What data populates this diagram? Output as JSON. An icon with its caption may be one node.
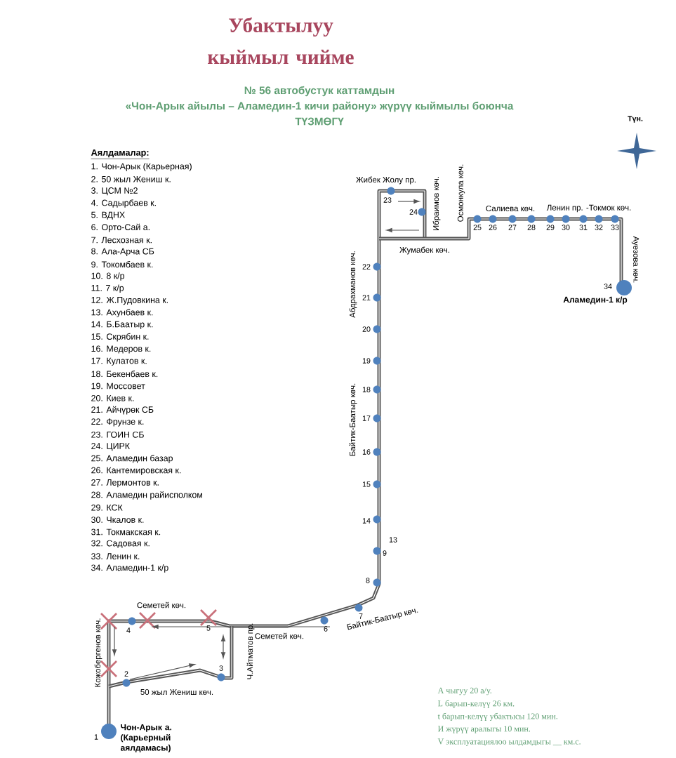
{
  "diagram": {
    "title": "Убактылуу кыймыл чийме",
    "labels": [
      "№ 56 автобустук каттамдын",
      "«Чон-Арык айылы – Аламедин-1 кичи району» жүрүү кыймылы боюнча",
      "ТҮЗМӨГҮ",
      "Түн.",
      "Аялдамалар:",
      "1. Чон-Арык (Карьерная)",
      "2. 50 жыл Жениш к.",
      "3. ЦСМ №2",
      "4. Садырбаев к.",
      "5. ВДНХ",
      "6. Орто-Сай а.",
      "7. Лесхозная к.",
      "8. Ала-Арча СБ",
      "9. Токомбаев к.",
      "10. 8 к/р",
      "11. 7 к/р",
      "12. Ж.Пудовкина к.",
      "13. Ахунбаев к.",
      "14. Б.Баатыр к.",
      "15. Скрябин к.",
      "16. Медеров к.",
      "17. Кулатов к.",
      "18. Бекенбаев к.",
      "19. Моссовет",
      "20. Киев к.",
      "21. Айчүрөк СБ",
      "22. Фрунзе к.",
      "23. ГОИН СБ",
      "24. ЦИРК",
      "25. Аламедин базар",
      "26. Кантемировская к.",
      "27. Лермонтов к.",
      "28. Аламедин райисполком",
      "29. КСК",
      "30. Чкалов к.",
      "31. Токмакская к.",
      "32. Садовая к.",
      "33. Ленин к.",
      "34. Аламедин-1 к/р",
      "Жибек Жолу пр.",
      "Ибраимов көч.",
      "Осмонкула көч.",
      "23",
      "24",
      "Салиева көч.",
      "Ленин пр. -Токмок көч.",
      "25",
      "26",
      "27",
      "28",
      "29",
      "30",
      "31",
      "32",
      "33",
      "Жумабек көч.",
      "Абдрахманов көч.",
      "22",
      "Ауезова көч.",
      "34",
      "Аламедин-1 к/р",
      "21",
      "20",
      "19",
      "Байтик-Баатыр көч.",
      "18",
      "17",
      "16",
      "15",
      "14",
      "13",
      "9",
      "8",
      "Семетей көч.",
      "4",
      "5",
      "7",
      "6",
      "Кожобергенов көч.",
      "Семетей көч.",
      "Байтик-Баатыр көч.",
      "Ч.Айтматов пр.",
      "3",
      "2",
      "50 жыл Жениш көч.",
      "1",
      "Чон-Арык а. (Карьерный аялдамасы)",
      "А чыгуу 20 а/у.",
      "L барып-келүү 26 км.",
      "t барып-келүү убактысы 120 мин.",
      "И жүрүү аралыгы 10 мин.",
      "V эксплуатациялоо ылдамдыгы __ км.с."
    ]
  }
}
